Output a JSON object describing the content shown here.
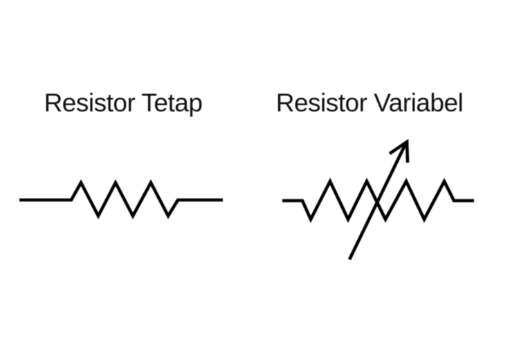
{
  "page": {
    "background_color": "#ffffff",
    "line_color": "#000000",
    "text_color": "#111111"
  },
  "diagram": {
    "symbols": [
      {
        "id": "fixed-resistor",
        "label": "Resistor Tetap",
        "icon": "resistor-zigzag-icon",
        "description": "zigzag resistor symbol with horizontal leads"
      },
      {
        "id": "variable-resistor",
        "label": "Resistor Variabel",
        "icon": "variable-resistor-arrow-icon",
        "description": "zigzag resistor symbol crossed by diagonal arrow pointing up-right"
      }
    ]
  }
}
